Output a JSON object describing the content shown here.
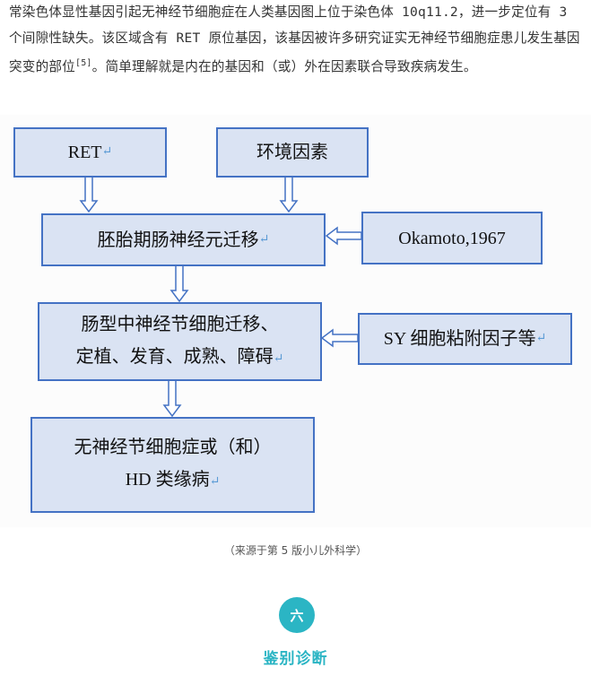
{
  "paragraph": {
    "text_before_ref": "常染色体显性基因引起无神经节细胞症在人类基因图上位于染色体 10q11.2，进一步定位有 3 个间隙性缺失。该区域含有 RET 原位基因，该基因被许多研究证实无神经节细胞症患儿发生基因突变的部位",
    "ref": "[5]",
    "text_after_ref": "。简单理解就是内在的基因和（或）外在因素联合导致疾病发生。"
  },
  "diagram": {
    "ret": "RET",
    "env": "环境因素",
    "embryo": "胚胎期肠神经元迁移",
    "okamoto": "Okamoto,1967",
    "migration_line1": "肠型中神经节细胞迁移、",
    "migration_line2": "定植、发育、成熟、障碍",
    "sy": "SY 细胞粘附因子等",
    "result_line1": "无神经节细胞症或（和）",
    "result_line2": "HD 类缘病",
    "return_mark": "↵"
  },
  "caption": "（来源于第 5 版小儿外科学）",
  "section": {
    "number": "六",
    "title": "鉴别诊断",
    "color": "#2bb5c4"
  }
}
